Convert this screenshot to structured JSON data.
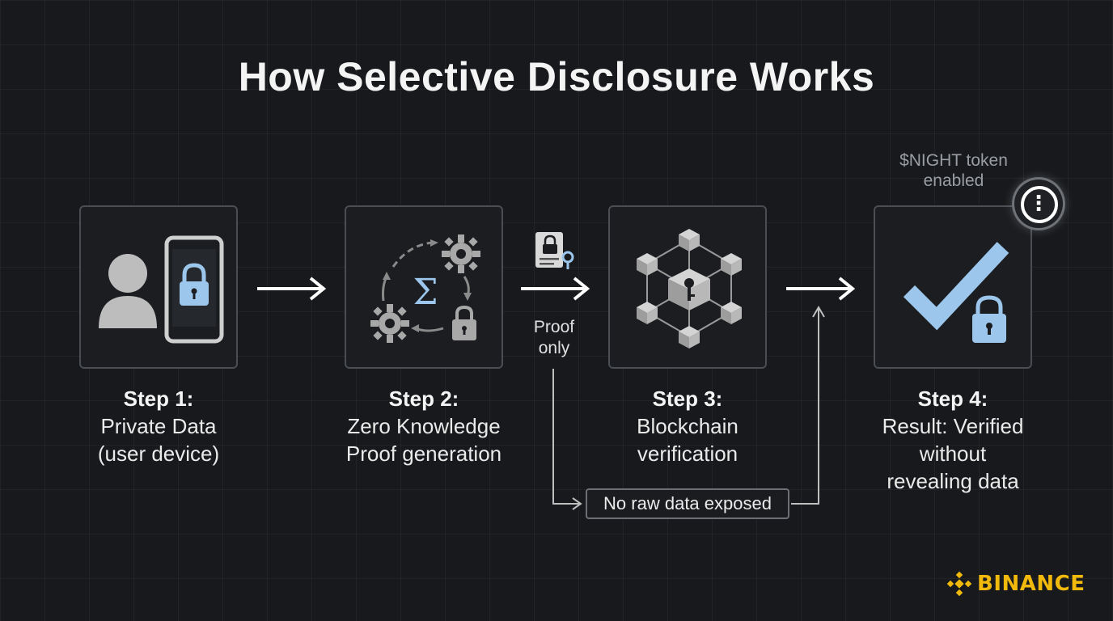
{
  "title": "How Selective Disclosure Works",
  "steps": [
    {
      "number": "Step 1:",
      "description": "Private Data\n(user device)",
      "icon": "user-phone-lock-icon"
    },
    {
      "number": "Step 2:",
      "description": "Zero Knowledge\nProof generation",
      "icon": "zk-proof-cycle-icon"
    },
    {
      "number": "Step 3:",
      "description": "Blockchain\nverification",
      "icon": "blockchain-network-icon"
    },
    {
      "number": "Step 4:",
      "description": "Result: Verified\nwithout\nrevealing data",
      "icon": "checkmark-lock-icon"
    }
  ],
  "flow": {
    "proof_label": "Proof\nonly",
    "raw_data_label": "No raw data exposed",
    "document_icon": "locked-document-icon"
  },
  "token": {
    "label": "$NIGHT token\nenabled",
    "icon": "info-icon"
  },
  "brand": {
    "name": "BINANCE",
    "icon": "binance-logo-icon",
    "color": "#f0b90b"
  },
  "colors": {
    "background": "#17191c",
    "accent_blue": "#9cc6ec",
    "icon_gray": "#bdbdbd"
  }
}
